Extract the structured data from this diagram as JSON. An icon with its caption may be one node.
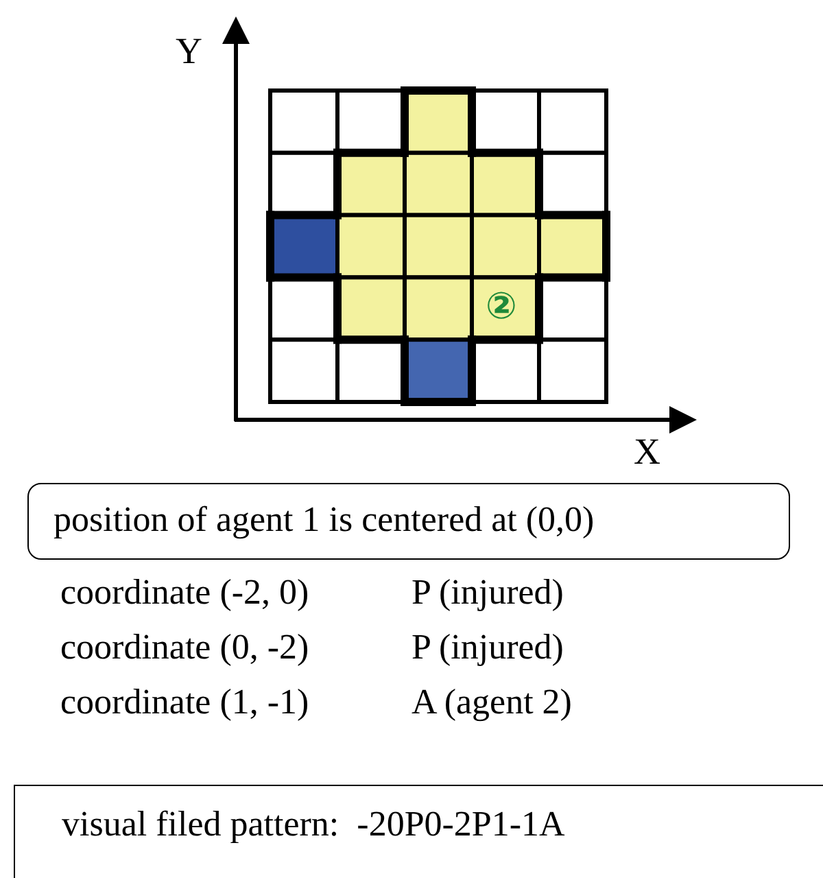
{
  "diagram": {
    "nodes": [
      {
        "text": [
          "position of agent 1 is centered at (0,0)"
        ]
      },
      {
        "text": [
          "visual filed pattern:  -20P0-2P1-1A"
        ]
      }
    ],
    "edges": [],
    "labels": [
      "Y",
      "②",
      "X",
      "coordinate (-2, 0)",
      "P (injured)",
      "coordinate (0, -2)",
      "P (injured)",
      "coordinate (1, -1)",
      "A (agent 2)"
    ]
  }
}
